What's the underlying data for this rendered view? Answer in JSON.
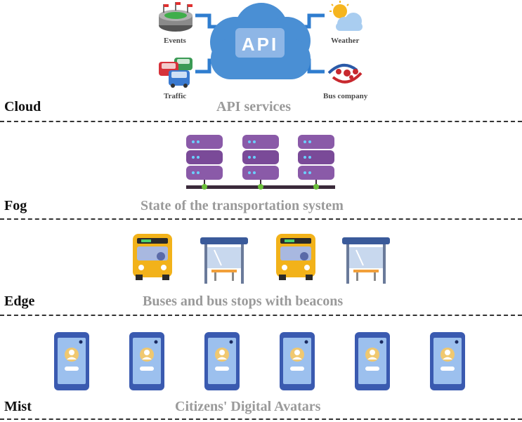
{
  "layers": [
    {
      "name": "Cloud",
      "caption": "API services"
    },
    {
      "name": "Fog",
      "caption": "State of the transportation system"
    },
    {
      "name": "Edge",
      "caption": "Buses and bus stops with beacons"
    },
    {
      "name": "Mist",
      "caption": "Citizens' Digital Avatars"
    }
  ],
  "api_label": "API",
  "services": {
    "events": "Events",
    "weather": "Weather",
    "traffic": "Traffic",
    "bus_company": "Bus company"
  },
  "colors": {
    "cloud": "#4a8fd4",
    "server": "#8a5aa8",
    "bus": "#f2b21a",
    "stop_roof": "#3a5a9a",
    "phone": "#3a5ab0"
  }
}
